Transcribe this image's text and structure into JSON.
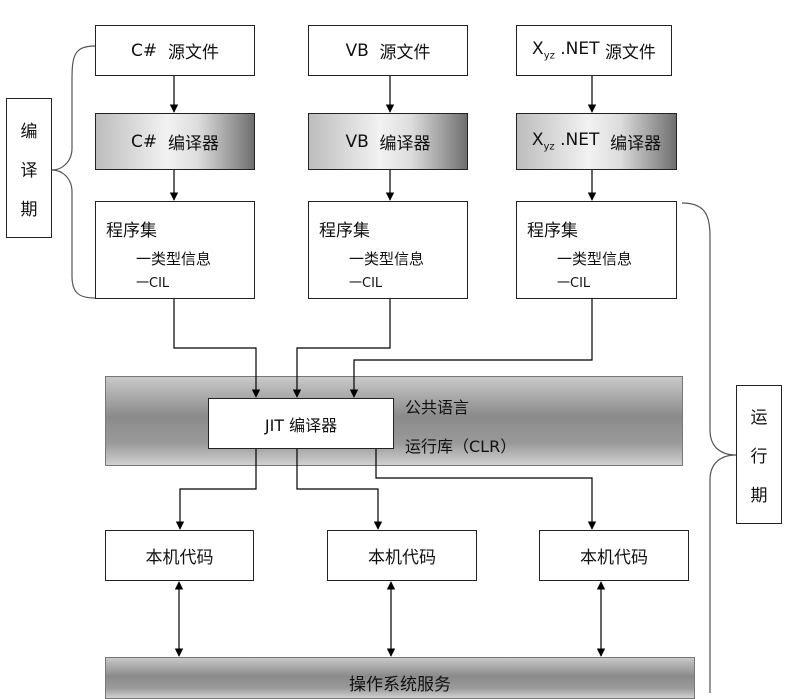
{
  "compile_phase": {
    "label_chars": [
      "编",
      "译",
      "期"
    ]
  },
  "run_phase": {
    "label_chars": [
      "运",
      "行",
      "期"
    ]
  },
  "columns": [
    {
      "source_prefix": "C#",
      "source_suffix": "源文件",
      "compiler_prefix": "C#",
      "compiler_suffix": "编译器",
      "assembly_title": "程序集",
      "assembly_item1": "一类型信息",
      "assembly_item2": "一CIL",
      "native_label": "本机代码"
    },
    {
      "source_prefix": "VB",
      "source_suffix": "源文件",
      "compiler_prefix": "VB",
      "compiler_suffix": "编译器",
      "assembly_title": "程序集",
      "assembly_item1": "一类型信息",
      "assembly_item2": "一CIL",
      "native_label": "本机代码"
    },
    {
      "source_prefix_main": "X",
      "source_prefix_sub": "yz",
      "source_prefix_tail": ".NET",
      "source_suffix": "源文件",
      "compiler_prefix_main": "X",
      "compiler_prefix_sub": "yz",
      "compiler_prefix_tail": ".NET",
      "compiler_suffix": "编译器",
      "assembly_title": "程序集",
      "assembly_item1": "一类型信息",
      "assembly_item2": "一CIL",
      "native_label": "本机代码"
    }
  ],
  "clr": {
    "line1": "公共语言",
    "line2": "运行库（CLR）",
    "jit_label": "JIT 编译器"
  },
  "os_services": "操作系统服务"
}
